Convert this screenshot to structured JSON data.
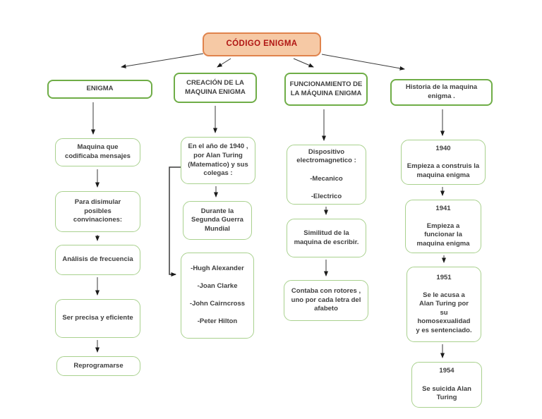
{
  "diagram_title": "CÓDIGO ENIGMA",
  "root": {
    "title": "CÓDIGO ENIGMA"
  },
  "colors": {
    "root_fill": "#F6C9A5",
    "root_border": "#E0834C",
    "root_text": "#B01513",
    "header_border": "#6FAD47",
    "content_border": "#A9D18E",
    "text": "#3f3f3f",
    "arrow": "#1a1a1a",
    "background": "#ffffff"
  },
  "columns": [
    {
      "header": "ENIGMA",
      "boxes": [
        {
          "text": "Maquina que\ncodificaba mensajes"
        },
        {
          "text": "Para disimular\nposibles\nconvinaciones:"
        },
        {
          "text": "Análisis de frecuencia"
        },
        {
          "text": "Ser precisa y eficiente"
        },
        {
          "text": "Reprogramarse"
        }
      ]
    },
    {
      "header": "CREACIÓN DE LA\nMAQUINA ENIGMA",
      "boxes": [
        {
          "text": "En el año de 1940 ,\npor Alan Turing\n(Matematico) y sus\ncolegas :"
        },
        {
          "text": "Durante la\nSegunda Guerra\nMundial"
        },
        {
          "text": "-Hugh Alexander\n\n-Joan Clarke\n\n-John Cairncross\n\n-Peter Hilton"
        }
      ]
    },
    {
      "header": "FUNCIONAMIENTO DE\nLA MÁQUINA ENIGMA",
      "boxes": [
        {
          "text": "Dispositivo\nelectromagnetico :\n\n-Mecanico\n\n-Electrico"
        },
        {
          "text": "Similitud de la\nmaquina de escribir."
        },
        {
          "text": "Contaba con rotores ,\nuno por cada letra del\nafabeto"
        }
      ]
    },
    {
      "header": "Historia de la maquina\nenigma .",
      "boxes": [
        {
          "text": "1940\n\nEmpieza a construis la\nmaquina enigma"
        },
        {
          "text": "1941\n\nEmpieza a\nfuncionar la\nmaquina enigma"
        },
        {
          "text": "1951\n\nSe le acusa a\nAlan Turing por\nsu\nhomosexualidad\ny es sentenciado."
        },
        {
          "text": "1954\n\nSe suicida Alan\nTuring"
        }
      ]
    }
  ]
}
